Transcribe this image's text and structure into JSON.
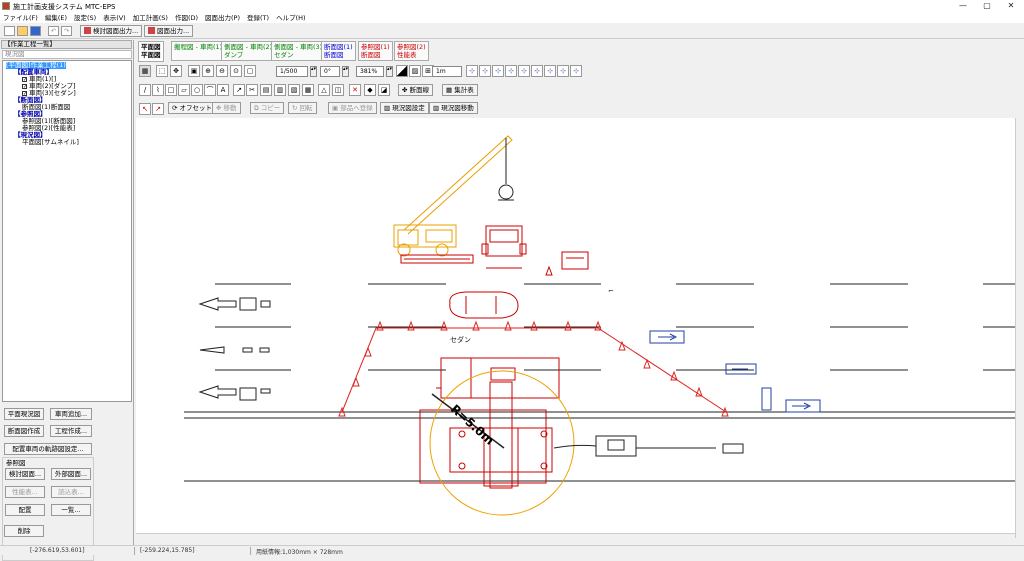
{
  "window": {
    "title": "施工計画支援システム MTC-EPS"
  },
  "menu": [
    "ファイル(F)",
    "編集(E)",
    "設定(S)",
    "表示(V)",
    "加工計画(S)",
    "作図(D)",
    "図面出力(P)",
    "登録(T)",
    "ヘルプ(H)"
  ],
  "toolbar": {
    "plan_output": "検討図面出力...",
    "drawing_output": "図面出力..."
  },
  "panel": {
    "header": "【作業工程一覧】",
    "path": "現況図"
  },
  "tree": [
    {
      "label": "[平面図]作業工程(1)",
      "level": 0,
      "kind": "selected"
    },
    {
      "label": "【配置車両】",
      "level": 1,
      "kind": "header"
    },
    {
      "label": "車両(1)[]",
      "level": 2,
      "kind": "check"
    },
    {
      "label": "車両(2)[ダンプ]",
      "level": 2,
      "kind": "check"
    },
    {
      "label": "車両(3)[セダン]",
      "level": 2,
      "kind": "check"
    },
    {
      "label": "【断面図】",
      "level": 1,
      "kind": "header"
    },
    {
      "label": "断面図(1)断面図",
      "level": 2,
      "kind": "plain"
    },
    {
      "label": "【参照図】",
      "level": 1,
      "kind": "header"
    },
    {
      "label": "参照図(1)[断面図]",
      "level": 2,
      "kind": "plain"
    },
    {
      "label": "参照図(2)[性能表]",
      "level": 2,
      "kind": "plain"
    },
    {
      "label": "【現況図】",
      "level": 1,
      "kind": "header"
    },
    {
      "label": "平面図[サムネイル]",
      "level": 2,
      "kind": "plain"
    }
  ],
  "panel_buttons": {
    "plan_setting": "平面現況図",
    "add_vehicle": "車両追加...",
    "section_create": "断面図作成",
    "process_create": "工程作成...",
    "track_setting": "配置車両の軌跡図設定...",
    "ref_group": "参照図",
    "study_drawing": "検討図面...",
    "external_drawing": "外部図面...",
    "perf_table": "性能表...",
    "read": "読込表...",
    "place": "配置",
    "list": "一覧...",
    "delete": "削除"
  },
  "tabs": [
    {
      "line1": "平面図",
      "line2": "平面図",
      "color": "#000000",
      "active": true
    },
    {
      "line1": "搬程図 - 車両(1)",
      "line2": "",
      "color": "#008000",
      "active": false
    },
    {
      "line1": "側面図 - 車両(2)",
      "line2": "ダンプ",
      "color": "#008000",
      "active": false
    },
    {
      "line1": "側面図 - 車両(3)",
      "line2": "セダン",
      "color": "#008000",
      "active": false
    },
    {
      "line1": "断面図(1)",
      "line2": "断面図",
      "color": "#0000cc",
      "active": false
    },
    {
      "line1": "参照図(1)",
      "line2": "断面図",
      "color": "#cc0000",
      "active": false
    },
    {
      "line1": "参照図(2)",
      "line2": "性能表",
      "color": "#cc0000",
      "active": false
    }
  ],
  "view": {
    "scale": "1/500",
    "angle": "0°",
    "zoom": "381%",
    "line_width": "1m"
  },
  "tool_labels": {
    "section_line": "断面線",
    "summary": "集計表",
    "offset": "オフセット",
    "move": "移動",
    "copy": "コピー",
    "rotate": "回転",
    "to_part": "部品へ登録",
    "current_setting": "現況図設定",
    "current_move": "現況図移動"
  },
  "canvas": {
    "radius_label": "R=5.0m",
    "sedan_label": "セダン"
  },
  "status": {
    "coord1": "[-276.619,53.601]",
    "coord2": "[-259.224,15.785]",
    "paper": "用紙情報:1,030mm × 728mm"
  }
}
